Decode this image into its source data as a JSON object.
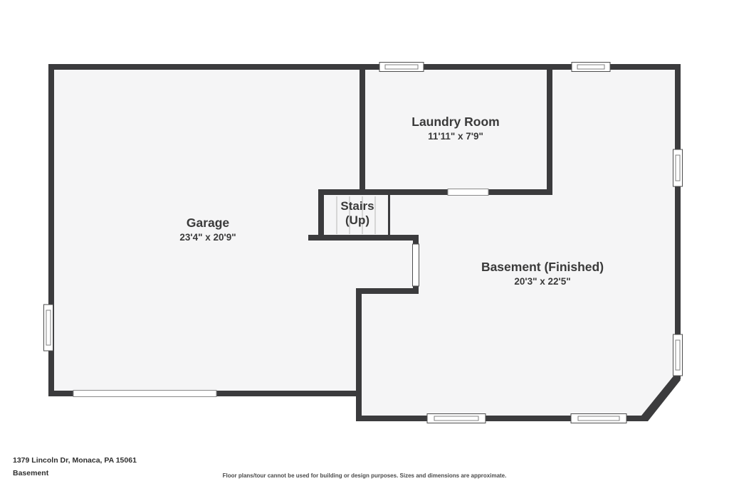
{
  "meta": {
    "address": "1379 Lincoln Dr, Monaca, PA 15061",
    "floor_label": "Basement",
    "disclaimer": "Floor plans/tour cannot be used for building or design purposes. Sizes and dimensions are approximate."
  },
  "rooms": {
    "garage": {
      "name": "Garage",
      "dimensions": "23'4\" x 20'9\""
    },
    "laundry": {
      "name": "Laundry Room",
      "dimensions": "11'11\" x 7'9\""
    },
    "stairs": {
      "name": "Stairs",
      "sub": "(Up)"
    },
    "basement": {
      "name": "Basement (Finished)",
      "dimensions": "20'3\" x 22'5\""
    }
  },
  "colors": {
    "wall": "#3b3b3d",
    "floor": "#f5f5f6",
    "background": "#ffffff",
    "text": "#3a3a3a",
    "stair_tread": "#cccccc"
  }
}
